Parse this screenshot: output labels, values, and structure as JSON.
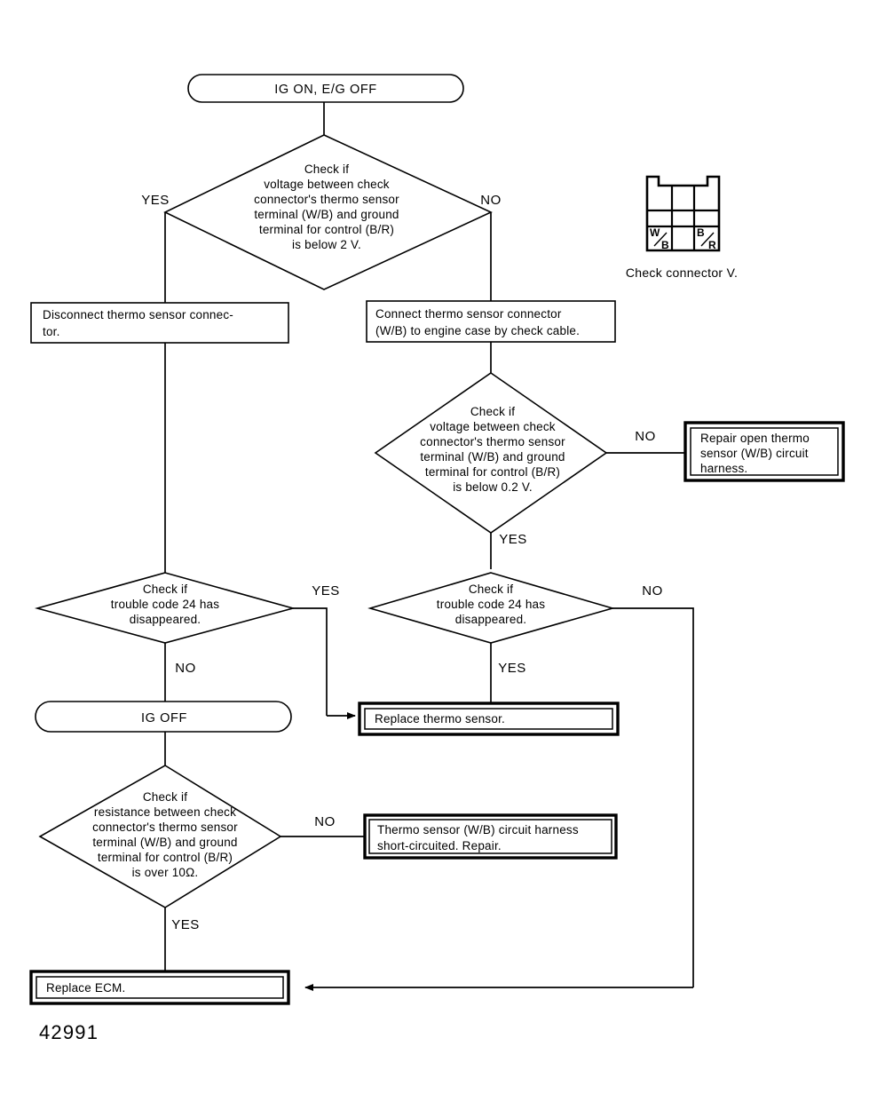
{
  "figure": {
    "number": "42991",
    "caption_connector": "Check connector V."
  },
  "terminals": {
    "start": "IG ON, E/G OFF",
    "ig_off": "IG OFF"
  },
  "decisions": {
    "voltage_2v": {
      "lines": [
        "Check if",
        "voltage between check",
        "connector's thermo sensor",
        "terminal (W/B) and ground",
        "terminal for control (B/R)",
        "is below 2 V."
      ],
      "yes_label": "YES",
      "no_label": "NO"
    },
    "voltage_02v": {
      "lines": [
        "Check if",
        "voltage between check",
        "connector's thermo sensor",
        "terminal (W/B) and ground",
        "terminal for control (B/R)",
        "is below 0.2 V."
      ],
      "yes_label": "YES",
      "no_label": "NO"
    },
    "code_left": {
      "lines": [
        "Check if",
        "trouble code 24 has",
        "disappeared."
      ],
      "yes_label": "YES",
      "no_label": "NO"
    },
    "code_right": {
      "lines": [
        "Check if",
        "trouble code 24 has",
        "disappeared."
      ],
      "yes_label": "YES",
      "no_label": "NO"
    },
    "resistance": {
      "lines": [
        "Check if",
        "resistance between check",
        "connector's thermo sensor",
        "terminal (W/B) and ground",
        "terminal for control (B/R)",
        "is over 10Ω."
      ],
      "yes_label": "YES",
      "no_label": "NO"
    }
  },
  "processes": {
    "disconnect_sensor": [
      "Disconnect thermo sensor connec-",
      "tor."
    ],
    "connect_sensor": [
      "Connect thermo sensor connector",
      "(W/B) to engine case by check cable."
    ],
    "repair_open": [
      "Repair open thermo",
      "sensor (W/B) circuit",
      "harness."
    ],
    "replace_sensor": [
      "Replace thermo sensor."
    ],
    "short_circuit": [
      "Thermo sensor (W/B) circuit harness",
      "short-circuited.  Repair."
    ],
    "replace_ecm": [
      "Replace ECM."
    ]
  },
  "connector": {
    "pin_left": "W⁄B",
    "pin_left_top": "W",
    "pin_left_bottom": "B",
    "pin_right_top": "B",
    "pin_right_bottom": "R",
    "caption": "Check connector V."
  },
  "colors": {
    "ink": "#000000",
    "paper": "#ffffff"
  }
}
